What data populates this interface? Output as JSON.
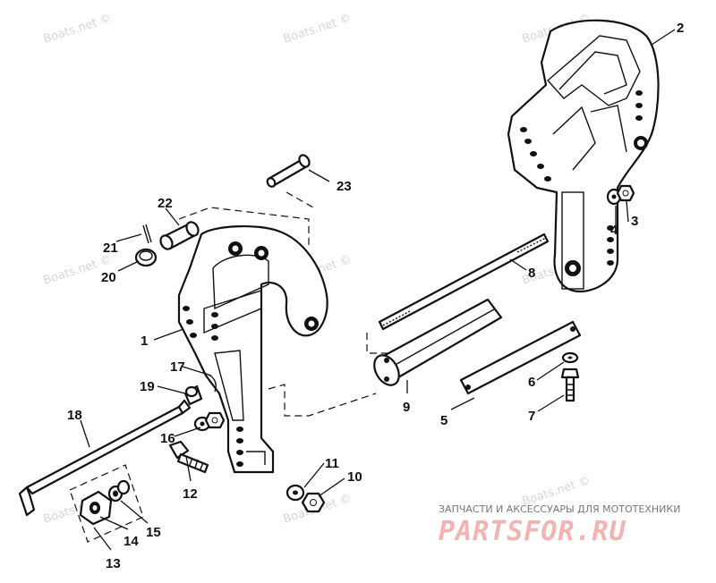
{
  "watermarks": [
    "Boats.net ©",
    "Boats.net ©",
    "Boats.net ©",
    "Boats.net ©",
    "Boats.net ©",
    "Boats.net ©",
    "Boats.net ©",
    "Boats.net ©",
    "Boats.net ©",
    "Boats.net ©"
  ],
  "brand": {
    "subtitle": "ЗАПЧАСТИ И АКСЕССУАРЫ ДЛЯ МОТОТЕХНИКИ",
    "name": "PARTSFOR.RU",
    "color": "#f2b3b3"
  },
  "callouts": [
    {
      "id": "1",
      "label": "1"
    },
    {
      "id": "2",
      "label": "2"
    },
    {
      "id": "3",
      "label": "3"
    },
    {
      "id": "4",
      "label": "4"
    },
    {
      "id": "5",
      "label": "5"
    },
    {
      "id": "6",
      "label": "6"
    },
    {
      "id": "7",
      "label": "7"
    },
    {
      "id": "8",
      "label": "8"
    },
    {
      "id": "9",
      "label": "9"
    },
    {
      "id": "10",
      "label": "10"
    },
    {
      "id": "11",
      "label": "11"
    },
    {
      "id": "12",
      "label": "12"
    },
    {
      "id": "13",
      "label": "13"
    },
    {
      "id": "14",
      "label": "14"
    },
    {
      "id": "15",
      "label": "15"
    },
    {
      "id": "16",
      "label": "16"
    },
    {
      "id": "17",
      "label": "17"
    },
    {
      "id": "18",
      "label": "18"
    },
    {
      "id": "19",
      "label": "19"
    },
    {
      "id": "20",
      "label": "20"
    },
    {
      "id": "21",
      "label": "21"
    },
    {
      "id": "22",
      "label": "22"
    },
    {
      "id": "23",
      "label": "23"
    }
  ]
}
